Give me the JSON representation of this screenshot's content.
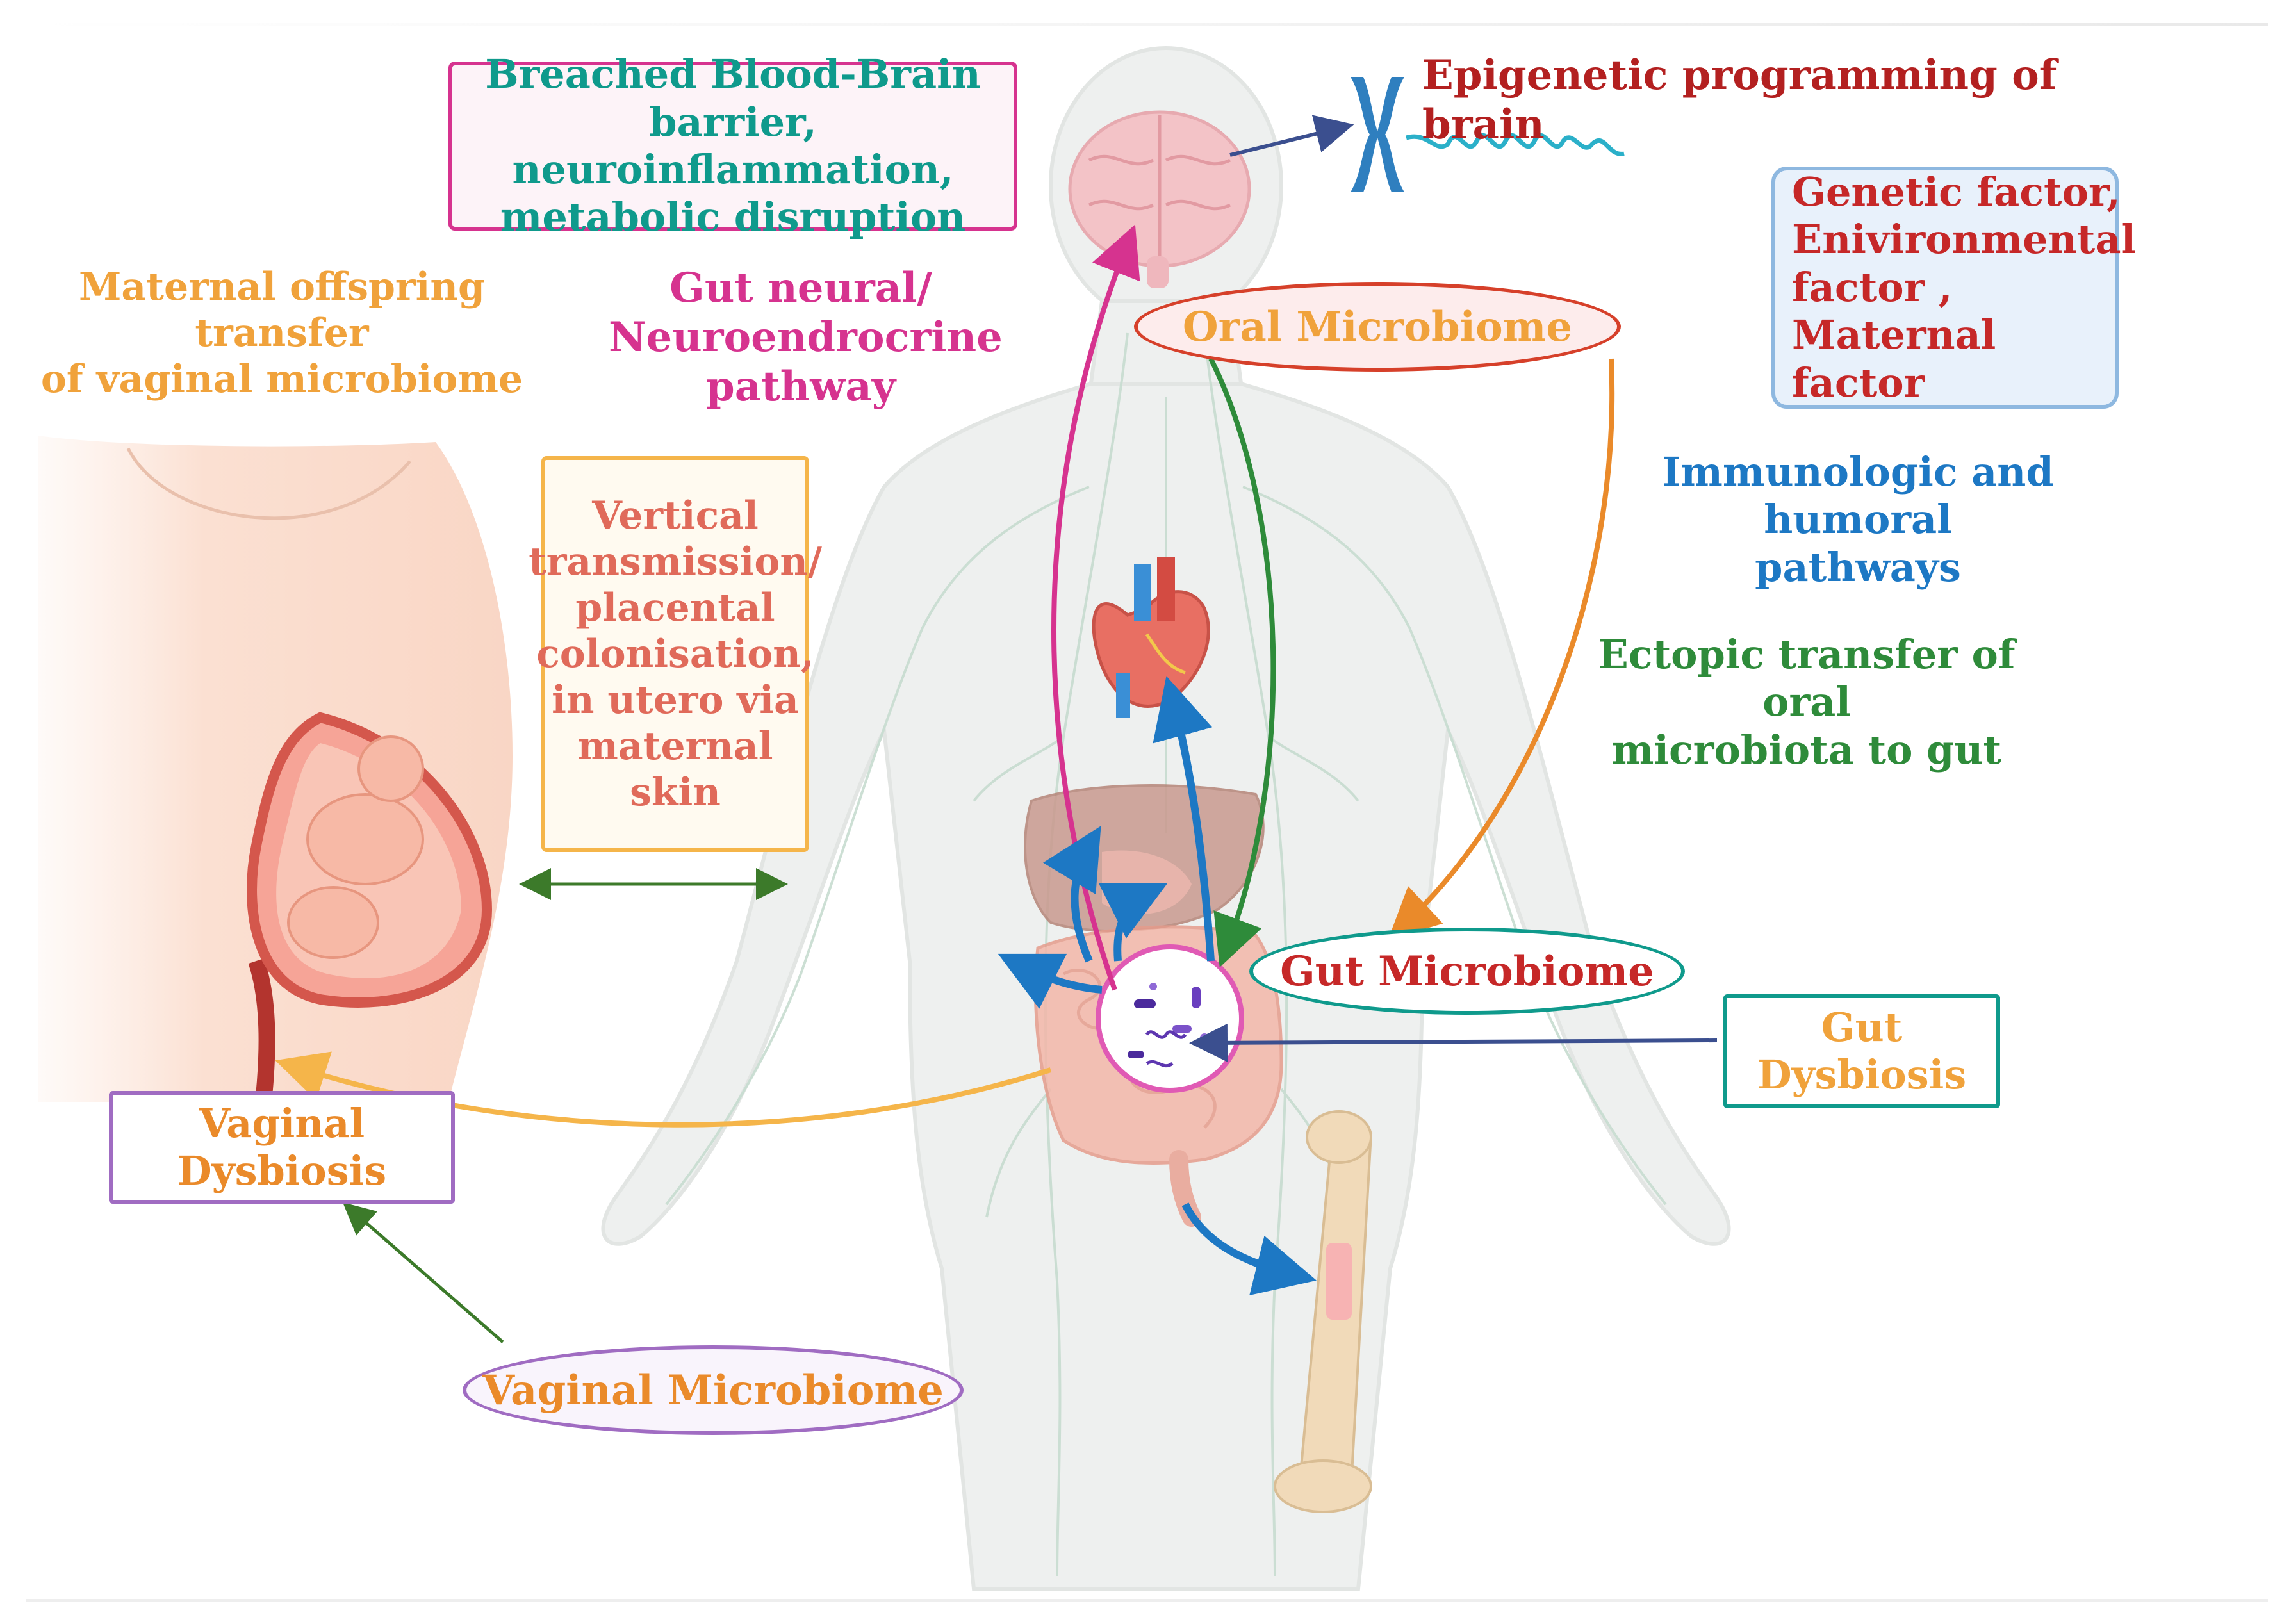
{
  "colors": {
    "teal": "#0f9a8c",
    "magenta": "#d6338f",
    "pink": "#e8609a",
    "orange": "#f0a23b",
    "deep_orange": "#ea8a2a",
    "red_text": "#b32020",
    "blue": "#1d78c4",
    "green": "#2e8b3a",
    "purple": "#a06cc2",
    "salmon": "#e06a5a"
  },
  "labels": {
    "bbb_box": "Breached Blood-Brain\nbarrier, neuroinflammation,\nmetabolic disruption",
    "epigenetic": "Epigenetic programming of brain",
    "genetic_box": "Genetic factor,\nEnivironmental\nfactor , Maternal\nfactor",
    "maternal_transfer": "Maternal offspring transfer\nof vaginal microbiome",
    "gut_neural": "Gut neural/\nNeuroendrocrine\npathway",
    "oral_microbiome": "Oral Microbiome",
    "immunologic": "Immunologic and humoral\npathways",
    "vertical_box": "Vertical\ntransmission/\nplacental\ncolonisation,\nin utero via\nmaternal\nskin",
    "ectopic": "Ectopic transfer of oral\nmicrobiota to gut",
    "gut_microbiome": "Gut Microbiome",
    "gut_dysbiosis": "Gut\nDysbiosis",
    "vaginal_dysbiosis": "Vaginal\nDysbiosis",
    "vaginal_microbiome": "Vaginal Microbiome"
  },
  "icons": {
    "brain": "brain-icon",
    "chromosome": "chromosome-icon",
    "dna": "dna-icon",
    "heart": "heart-icon",
    "liver": "liver-icon",
    "intestine": "intestine-icon",
    "bone": "femur-bone-icon",
    "bacteria": "bacteria-icon",
    "uterus": "uterus-fetus-icon",
    "body": "human-body-icon"
  }
}
